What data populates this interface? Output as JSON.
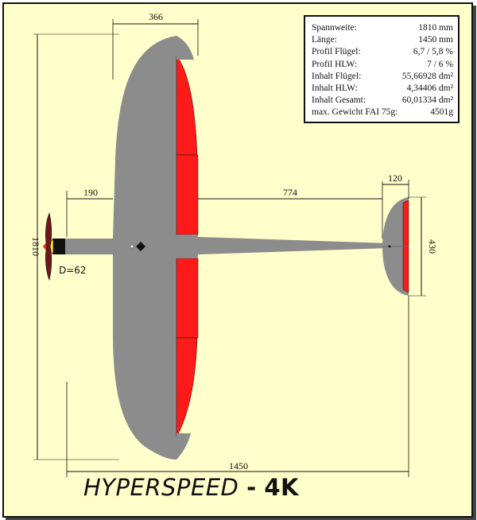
{
  "colors": {
    "background": "#ffffcc",
    "airframe": "#8c8c8c",
    "control_surface": "#ff1a1a",
    "line": "#111111"
  },
  "specs": [
    {
      "label": "Spannweite:",
      "value": "1810 mm"
    },
    {
      "label": "Länge:",
      "value": "1450 mm"
    },
    {
      "label": "Profil Flügel:",
      "value": "6,7 / 5,8 %"
    },
    {
      "label": "Profil HLW:",
      "value": "7 / 6 %"
    },
    {
      "label": "Inhalt Flügel:",
      "value": "55,66928 dm²"
    },
    {
      "label": "Inhalt HLW:",
      "value": "4,34406 dm²"
    },
    {
      "label": "Inhalt Gesamt:",
      "value": "60,01334 dm²"
    },
    {
      "label": "max. Gewicht FAI 75g:",
      "value": "4501g"
    }
  ],
  "dimensions": {
    "wing_chord": "366",
    "nose_to_wing": "190",
    "tail_arm": "774",
    "stab_chord": "120",
    "span": "1810",
    "stab_span": "430",
    "length": "1450"
  },
  "propeller_label": "D=62",
  "title": {
    "name": "HYPERSPEED",
    "dash": "-",
    "suffix": "4K"
  }
}
